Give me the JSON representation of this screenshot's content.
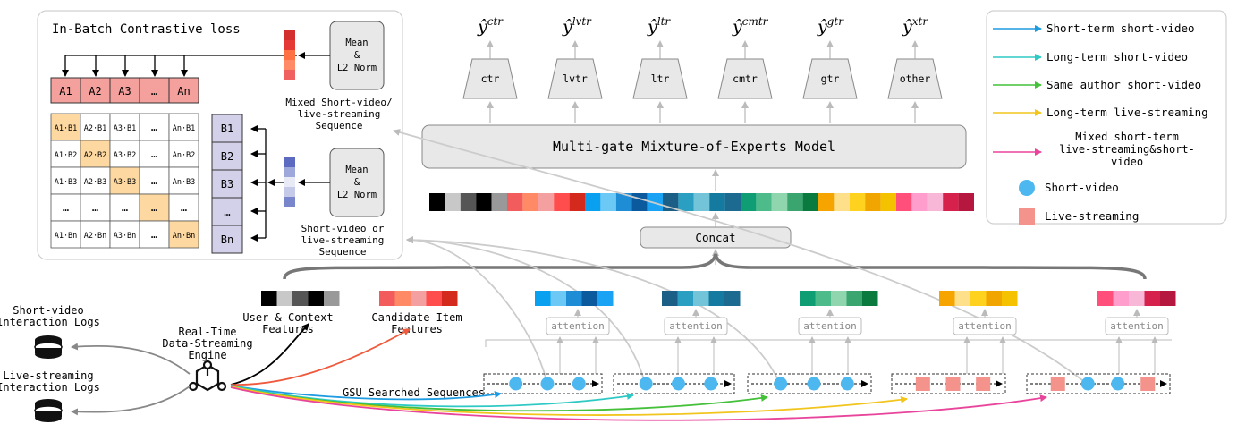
{
  "contrastive": {
    "title": "In-Batch Contrastive loss",
    "a_row": [
      "A1",
      "A2",
      "A3",
      "…",
      "An"
    ],
    "b_col": [
      "B1",
      "B2",
      "B3",
      "…",
      "Bn"
    ],
    "matrix": [
      [
        "A1·B1",
        "A2·B1",
        "A3·B1",
        "…",
        "An·B1"
      ],
      [
        "A1·B2",
        "A2·B2",
        "A3·B2",
        "…",
        "An·B2"
      ],
      [
        "A1·B3",
        "A2·B3",
        "A3·B3",
        "…",
        "An·B3"
      ],
      [
        "…",
        "…",
        "…",
        "…",
        "…"
      ],
      [
        "A1·Bn",
        "A2·Bn",
        "A3·Bn",
        "…",
        "An·Bn"
      ]
    ],
    "mean_box_top": [
      "Mean",
      "&",
      "L2 Norm"
    ],
    "mean_box_bottom": [
      "Mean",
      "&",
      "L2 Norm"
    ],
    "seq_label_top": [
      "Mixed Short-video/",
      "live-streaming",
      "Sequence"
    ],
    "seq_label_bottom": [
      "Short-video or",
      "live-streaming",
      "Sequence"
    ]
  },
  "towers": [
    {
      "label": "ctr",
      "output": "ctr"
    },
    {
      "label": "lvtr",
      "output": "lvtr"
    },
    {
      "label": "ltr",
      "output": "ltr"
    },
    {
      "label": "cmtr",
      "output": "cmtr"
    },
    {
      "label": "gtr",
      "output": "gtr"
    },
    {
      "label": "other",
      "output": "xtr"
    }
  ],
  "output_symbol": "ŷ",
  "mmoe_label": "Multi-gate Mixture-of-Experts Model",
  "concat_label": "Concat",
  "legend": [
    {
      "label": "Short-term short-video",
      "kind": "arrow",
      "color": "#1e9be0"
    },
    {
      "label": "Long-term short-video",
      "kind": "arrow",
      "color": "#2ec9c4"
    },
    {
      "label": "Same author short-video",
      "kind": "arrow",
      "color": "#44c03a"
    },
    {
      "label": "Long-term live-streaming",
      "kind": "arrow",
      "color": "#f2c51d"
    },
    {
      "label": "Mixed short-term live-streaming&short-video",
      "kind": "arrow",
      "color": "#e8449b"
    },
    {
      "label": "Short-video",
      "kind": "circle",
      "color": "#4db8f0"
    },
    {
      "label": "Live-streaming",
      "kind": "square",
      "color": "#f4928c"
    }
  ],
  "mixed_legend_lines": [
    "Mixed short-term",
    "live-streaming&short-",
    "video"
  ],
  "labels": {
    "short_logs": [
      "Short-video",
      "Interaction Logs"
    ],
    "live_logs": [
      "Live-streaming",
      "Interaction Logs"
    ],
    "engine": [
      "Real-Time",
      "Data-Streaming",
      "Engine"
    ],
    "user_features": [
      "User & Context",
      "Features"
    ],
    "item_features": [
      "Candidate Item",
      "Features"
    ],
    "gsu": "GSU Searched Sequences",
    "attention": "attention"
  },
  "colors": {
    "user": [
      "#000000",
      "#c8c8c8",
      "#555555",
      "#000000",
      "#999999"
    ],
    "item": [
      "#f25c5c",
      "#ff8a65",
      "#f4a0a0",
      "#ff4d4d",
      "#d42a1e"
    ],
    "seq1": [
      "#0aa0f0",
      "#6cc8f5",
      "#1f8dd6",
      "#0b5a9e",
      "#1aa3f5"
    ],
    "seq2": [
      "#1c5f86",
      "#2a9fc2",
      "#73c4d9",
      "#157aa0",
      "#1c6a8f"
    ],
    "seq3": [
      "#0f9e74",
      "#4dbb8a",
      "#8fd5ad",
      "#3aa56e",
      "#0b7a3e"
    ],
    "seq4": [
      "#f6a400",
      "#ffe08a",
      "#ffd21f",
      "#f0a500",
      "#f5c200"
    ],
    "seq5": [
      "#ff4f7a",
      "#ff9ecc",
      "#f9b7d8",
      "#d6214c",
      "#b5173e"
    ],
    "mean_top": [
      "#d32f2f",
      "#e53935",
      "#ff7043",
      "#ff8a65",
      "#f06060"
    ],
    "mean_bottom": [
      "#5c6bc0",
      "#9fa8da",
      "#e8eaf6",
      "#c5cae9",
      "#7986cb"
    ],
    "a_fill": "#f4a09c",
    "b_fill": "#d3d0ea",
    "diag_fill": "#fdd8a0",
    "box_fill": "#e8e8e8"
  }
}
